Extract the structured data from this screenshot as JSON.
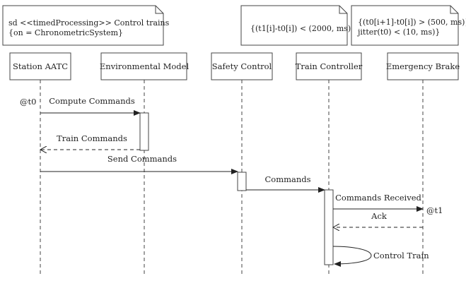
{
  "diagram": {
    "notes": [
      {
        "lines": [
          "sd <<timedProcessing>> Control trains",
          "{on = ChronometricSystem}"
        ]
      },
      {
        "lines": [
          "{(t1[i]-t0[i]) < (2000, ms)}"
        ]
      },
      {
        "lines": [
          "{(t0[i+1]-t0[i]) > (500, ms)}",
          "jitter(t0) < (10, ms)}"
        ]
      }
    ],
    "lifelines": [
      {
        "name": "Station AATC"
      },
      {
        "name": "Environmental Model"
      },
      {
        "name": "Safety Control"
      },
      {
        "name": "Train Controller"
      },
      {
        "name": "Emergency Brake"
      }
    ],
    "messages": [
      {
        "label": "Compute Commands",
        "kind": "sync"
      },
      {
        "label": "Train Commands",
        "kind": "return"
      },
      {
        "label": "Send Commands",
        "kind": "sync"
      },
      {
        "label": "Commands",
        "kind": "sync"
      },
      {
        "label": "Commands Received",
        "kind": "sync"
      },
      {
        "label": "Ack",
        "kind": "return"
      },
      {
        "label": "Control Train",
        "kind": "self"
      }
    ],
    "time_marks": [
      "@t0",
      "@t1"
    ]
  }
}
